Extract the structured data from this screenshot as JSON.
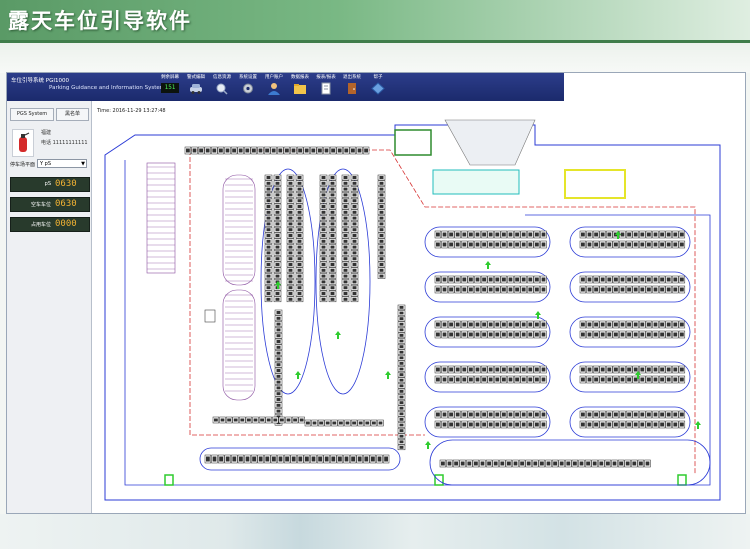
{
  "banner": {
    "title": "露天车位引导软件"
  },
  "app": {
    "system_name": "车位引导系统 PGI1000",
    "system_name_en": "Parking Guidance and Information System",
    "toolbar": [
      {
        "label": "剩余屏幕",
        "icon": "lcd-display-icon",
        "value": "151"
      },
      {
        "label": "警式编辑",
        "icon": "car-icon"
      },
      {
        "label": "信息资源",
        "icon": "search-icon"
      },
      {
        "label": "系统设置",
        "icon": "gear-icon"
      },
      {
        "label": "用户账户",
        "icon": "user-icon"
      },
      {
        "label": "数据报表",
        "icon": "folder-icon"
      },
      {
        "label": "报表/报表",
        "icon": "document-icon"
      },
      {
        "label": "退出系统",
        "icon": "door-icon"
      },
      {
        "label": "帮子",
        "icon": "help-icon"
      }
    ],
    "left_panel": {
      "pgs_button": "PGS System",
      "alarm_button": "黑名单",
      "user_label": "福建",
      "user_phone": "电话 11111111111",
      "zone_label": "停车场平面",
      "zone_value": "Y pS",
      "stats": [
        {
          "label": "pS",
          "value": "0630"
        },
        {
          "label": "空车车位",
          "value": "0630"
        },
        {
          "label": "占用车位",
          "value": "0000"
        }
      ]
    },
    "time": "Time: 2016-11-29 13:27:48",
    "colors": {
      "accent": "#1b2a6c",
      "lane": "#2b3bd6",
      "bay": "#222222",
      "lcd": "#f2b233"
    }
  }
}
